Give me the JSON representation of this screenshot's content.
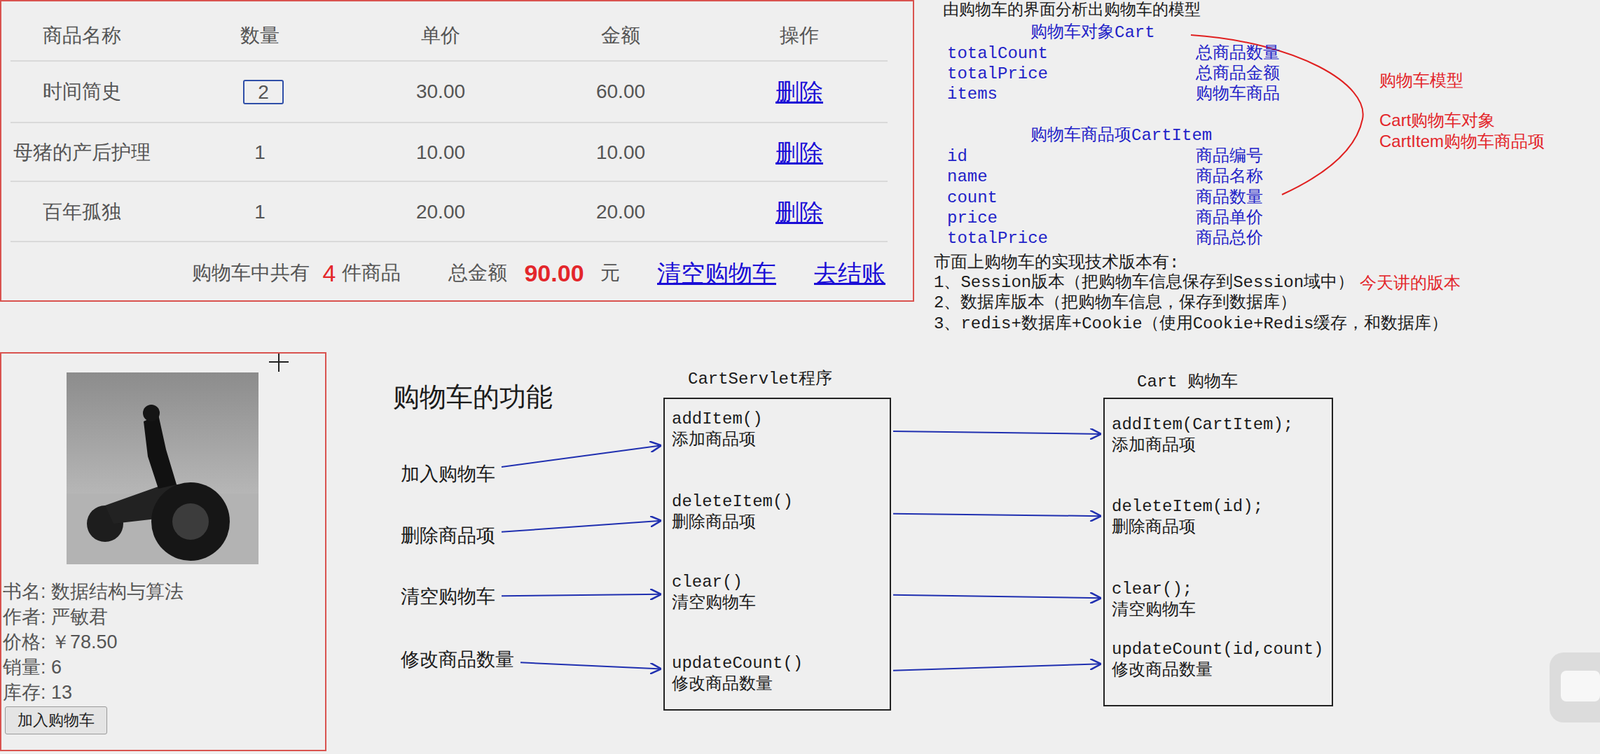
{
  "diagram": {
    "nodes": [
      {
        "text": [
          "商品名称",
          "数量",
          "单价",
          "金额",
          "操作",
          "时间简史",
          "30.00",
          "60.00",
          "删除",
          "母猪的产后护理",
          "1",
          "10.00",
          "10.00",
          "删除",
          "百年孤独",
          "1",
          "20.00",
          "20.00",
          "删除",
          "购物车中共有",
          "4",
          "件商品",
          "总金额",
          "90.00",
          "元",
          "清空购物车",
          "去结账"
        ]
      },
      {
        "text": [
          "2"
        ],
        "in": 0
      },
      {
        "text": [
          "书名: 数据结构与算法",
          "作者: 严敏君",
          "价格: ￥78.50",
          "销量: 6",
          "库存: 13"
        ]
      },
      {
        "text": [
          "加入购物车"
        ],
        "in": 2
      },
      {
        "text": [
          "加入购物车"
        ]
      },
      {
        "text": [
          "删除商品项"
        ]
      },
      {
        "text": [
          "清空购物车"
        ]
      },
      {
        "text": [
          "修改商品数量"
        ]
      },
      {
        "text": [
          "CartServlet程序"
        ]
      },
      {
        "text": [
          "addItem()",
          "添加商品项"
        ],
        "in": 8
      },
      {
        "text": [
          "deleteItem()",
          "删除商品项"
        ],
        "in": 8
      },
      {
        "text": [
          "clear()",
          "清空购物车"
        ],
        "in": 8
      },
      {
        "text": [
          "updateCount()",
          "修改商品数量"
        ],
        "in": 8
      },
      {
        "text": [
          "Cart 购物车"
        ]
      },
      {
        "text": [
          "addItem(CartItem);",
          "添加商品项"
        ],
        "in": 13
      },
      {
        "text": [
          "deleteItem(id);",
          "删除商品项"
        ],
        "in": 13
      },
      {
        "text": [
          "clear();",
          "清空购物车"
        ],
        "in": 13
      },
      {
        "text": [
          "updateCount(id,count)",
          "修改商品数量"
        ],
        "in": 13
      }
    ],
    "edges": [
      {
        "from": 4,
        "to": 9,
        "arrow": "to"
      },
      {
        "from": 5,
        "to": 10,
        "arrow": "to"
      },
      {
        "from": 6,
        "to": 11,
        "arrow": "to"
      },
      {
        "from": 7,
        "to": 12,
        "arrow": "to"
      },
      {
        "from": 9,
        "to": 14,
        "arrow": "to"
      },
      {
        "from": 10,
        "to": 15,
        "arrow": "to"
      },
      {
        "from": 11,
        "to": 16,
        "arrow": "to"
      },
      {
        "from": 12,
        "to": 17,
        "arrow": "to"
      }
    ],
    "labels": [
      "由购物车的界面分析出购物车的模型",
      "购物车对象Cart",
      "totalCount",
      "总商品数量",
      "totalPrice",
      "总商品金额",
      "items",
      "购物车商品",
      "购物车模型",
      "Cart购物车对象",
      "CartItem购物车商品项",
      "购物车商品项CartItem",
      "id",
      "商品编号",
      "name",
      "商品名称",
      "count",
      "商品数量",
      "price",
      "商品单价",
      "totalPrice",
      "商品总价",
      "市面上购物车的实现技术版本有:",
      "1、Session版本（把购物车信息保存到Session域中）",
      "今天讲的版本",
      "2、数据库版本（把购物车信息，保存到数据库）",
      "3、redis+数据库+Cookie（使用Cookie+Redis缓存，和数据库）",
      "购物车的功能"
    ]
  }
}
